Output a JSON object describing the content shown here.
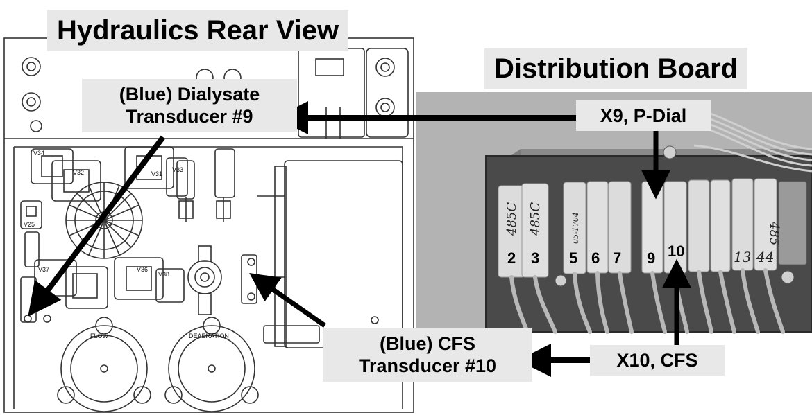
{
  "titles": {
    "hydraulics": "Hydraulics Rear View",
    "distribution": "Distribution Board"
  },
  "callouts": {
    "dialysate_line1": "(Blue) Dialysate",
    "dialysate_line2": "Transducer #9",
    "x9": "X9, P-Dial",
    "cfs_line1": "(Blue) CFS",
    "cfs_line2": "Transducer  #10",
    "x10": "X10, CFS"
  },
  "connector_numbers": [
    "2",
    "3",
    "5",
    "6",
    "7",
    "9",
    "10",
    "13",
    "44"
  ],
  "connector_handwriting": [
    "485C",
    "485C",
    "05-1704",
    "",
    "",
    "",
    "",
    "",
    "485"
  ],
  "valve_labels": [
    "V34",
    "V32",
    "V31",
    "V33",
    "V25",
    "V37",
    "V36",
    "V38"
  ],
  "pump_labels": [
    "FLOW",
    "DEAERATION"
  ],
  "colors": {
    "label_bg": "#e8e8e8",
    "arrow": "#000000"
  }
}
